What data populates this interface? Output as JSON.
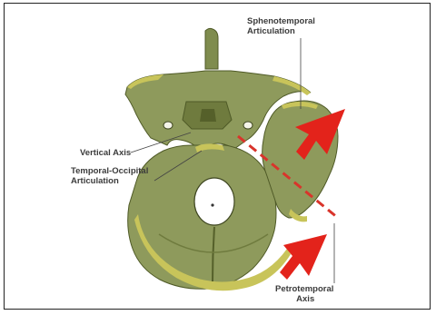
{
  "colors": {
    "bone": "#8e9a5c",
    "bone_dark": "#5f6a32",
    "bone_edge": "#c8c45a",
    "arrow": "#e3231b",
    "axis_dash": "#d9342b",
    "line": "#444444"
  },
  "labels": {
    "sphenotemporal": {
      "line1": "Sphenotemporal",
      "line2": "Articulation"
    },
    "vertical_axis": "Vertical Axis",
    "temporal_occipital": {
      "line1": "Temporal-Occipital",
      "line2": "Articulation"
    },
    "petrotemporal": {
      "line1": "Petrotemporal",
      "line2": "Axis"
    }
  },
  "icons": [
    "red-arrow-upper",
    "red-arrow-lower"
  ]
}
